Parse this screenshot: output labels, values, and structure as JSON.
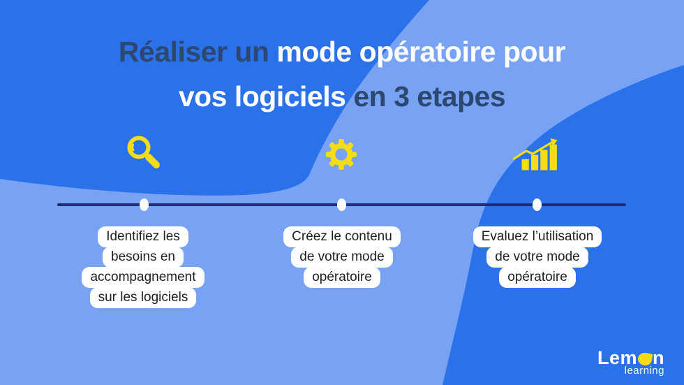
{
  "title": {
    "seg1": "Réaliser un ",
    "seg2": "mode opératoire pour",
    "seg3": "vos logiciels ",
    "seg4": "en 3 etapes"
  },
  "steps": [
    {
      "icon": "magnifier",
      "lines": [
        "Identifiez les",
        "besoins en",
        "accompagnement",
        "sur les logiciels"
      ]
    },
    {
      "icon": "gear",
      "lines": [
        "Créez le contenu",
        "de votre mode",
        "opératoire"
      ]
    },
    {
      "icon": "bar-chart",
      "lines": [
        "Evaluez l’utilisation",
        "de votre mode",
        "opératoire"
      ]
    }
  ],
  "logo": {
    "brand_start": "Lem",
    "brand_end": "n",
    "subtitle": "learning"
  },
  "colors": {
    "royal_blue": "#2b72ea",
    "light_blue": "#78a3f4",
    "navy_text": "#2c4770",
    "timeline_navy": "#1e2d7a",
    "accent_yellow": "#f6dc16",
    "label_text": "#1f1f1f",
    "pill_background": "#ffffff"
  }
}
